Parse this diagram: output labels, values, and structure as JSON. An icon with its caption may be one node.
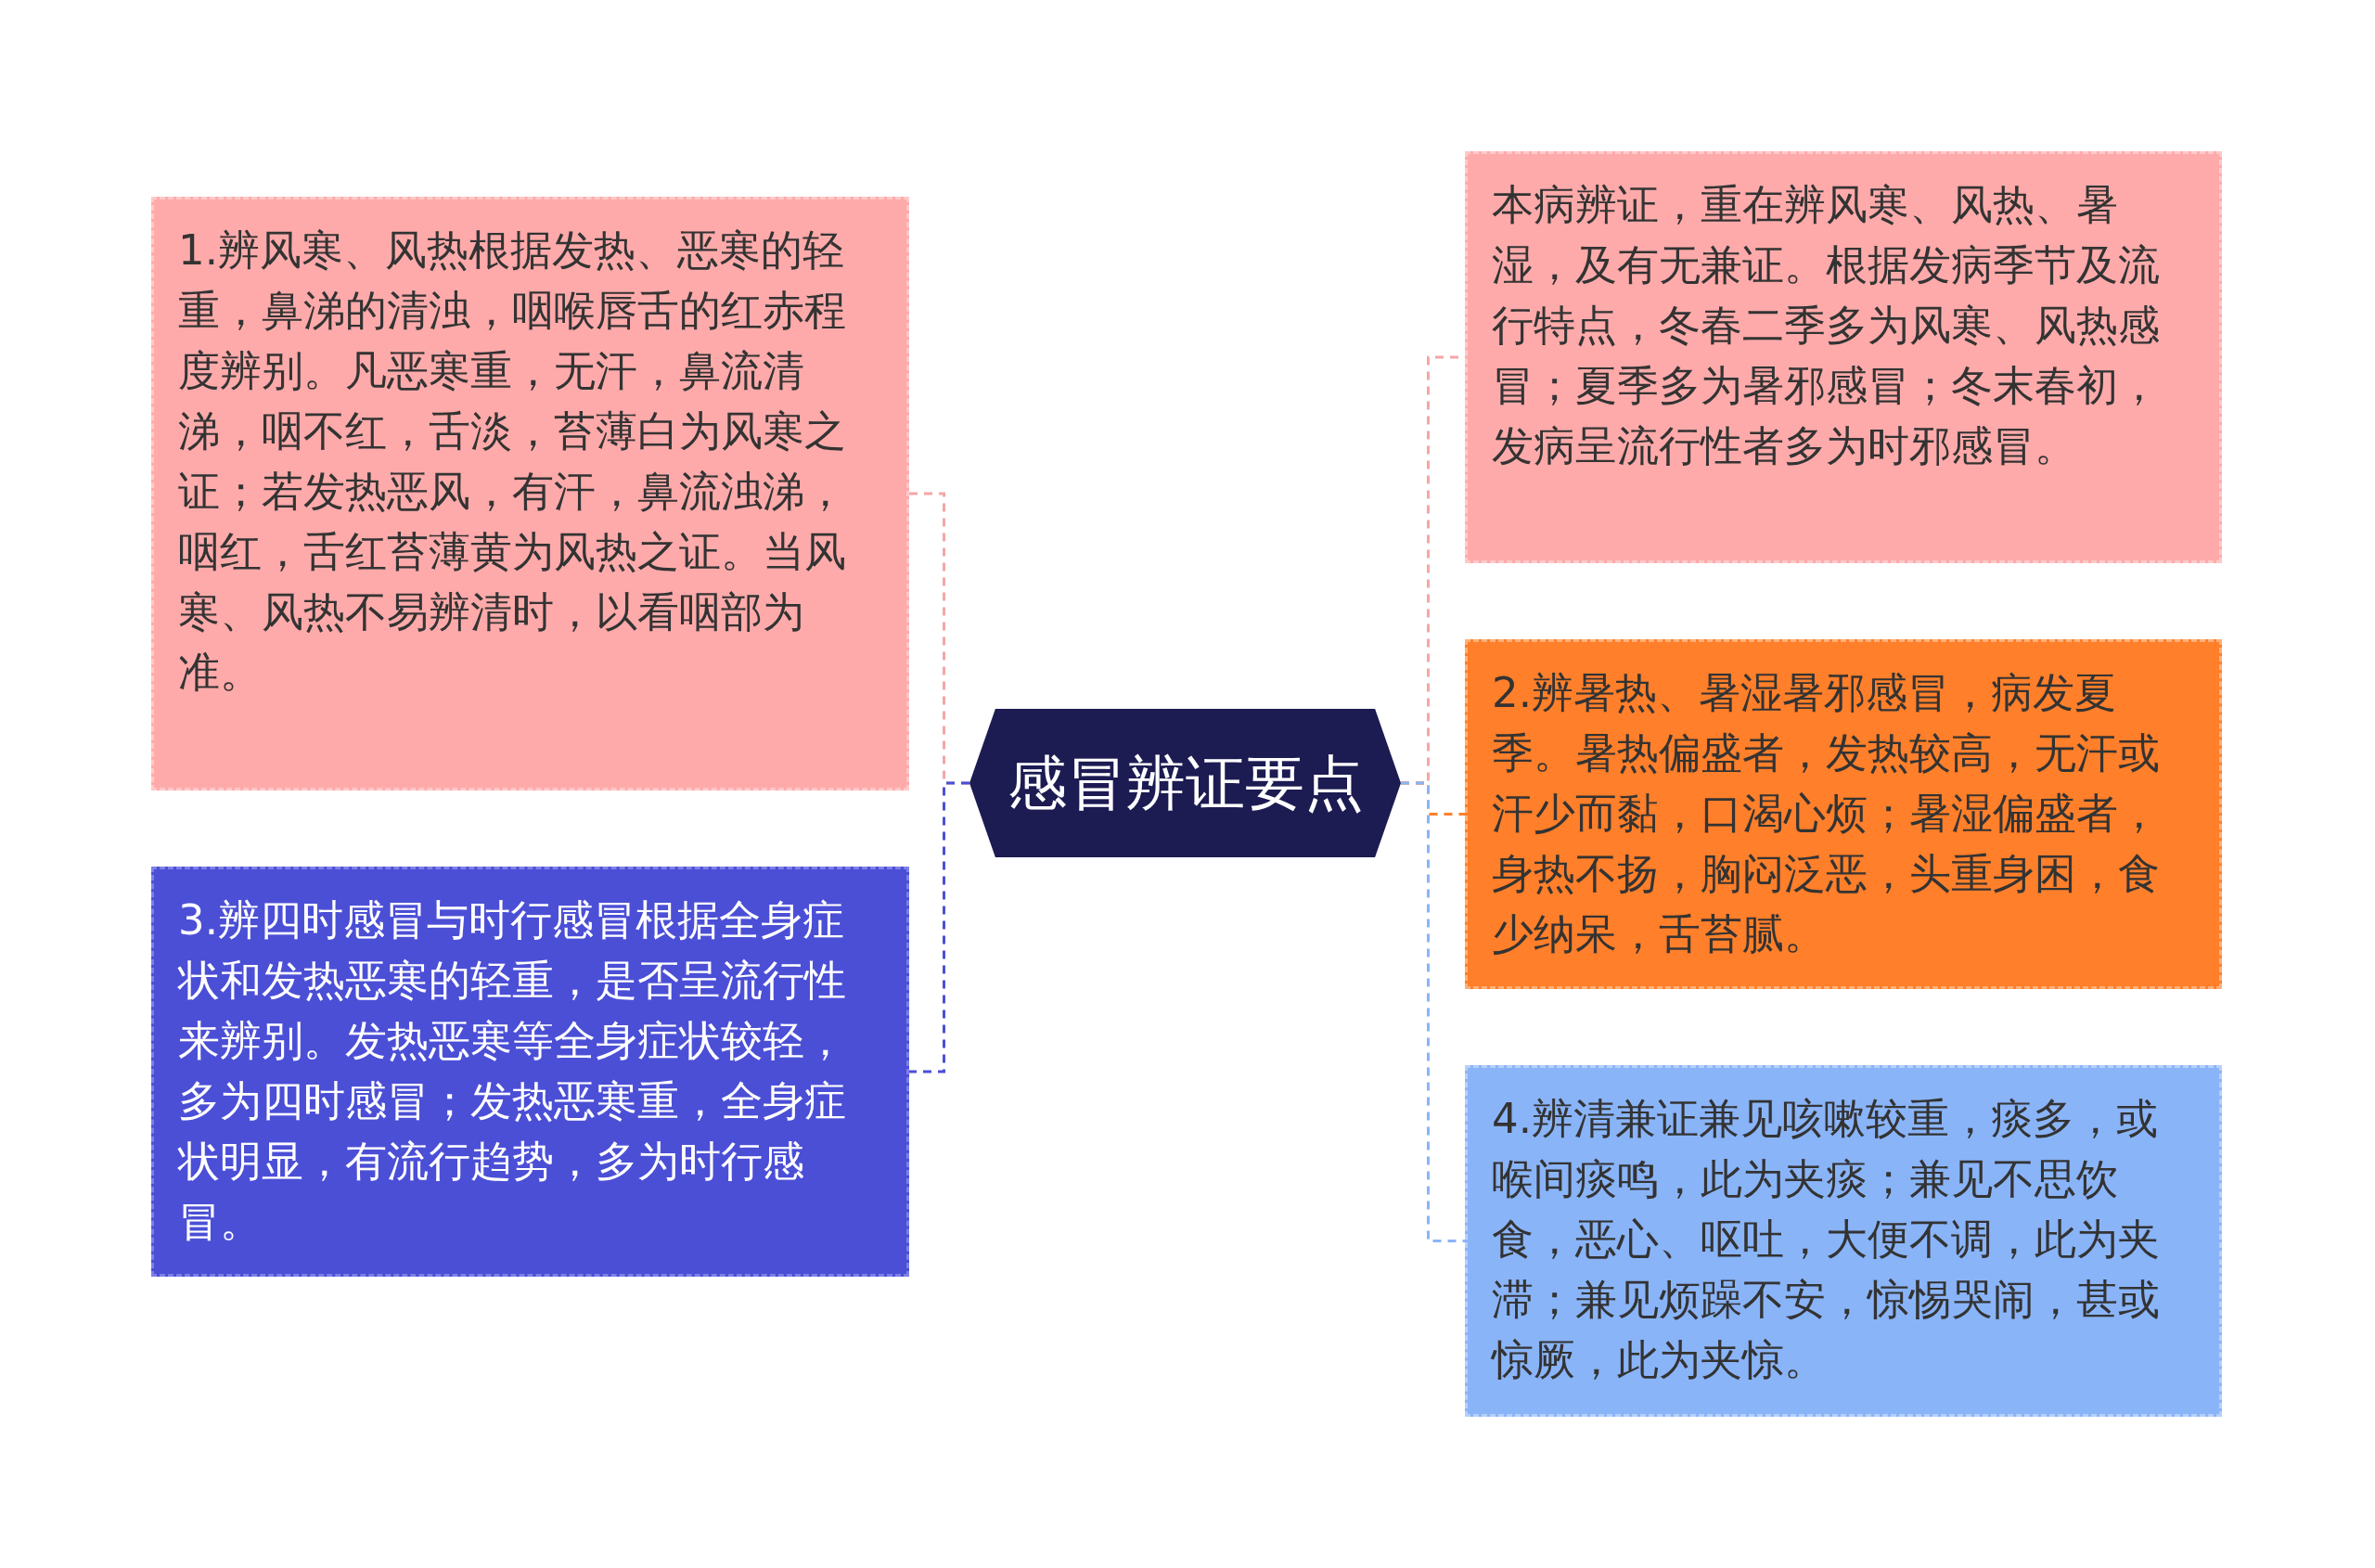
{
  "diagram": {
    "nodes": [
      {
        "text": [
          "感冒辨证要点"
        ]
      },
      {
        "text": [
          "1.辨风寒、风热根据发热、恶寒的轻重，鼻涕的清浊，咽喉唇舌的红赤程度辨别。凡恶寒重，无汗，鼻流清涕，咽不红，舌淡，苔薄白为风寒之证；若发热恶风，有汗，鼻流浊涕，咽红，舌红苔薄黄为风热之证。当风寒、风热不易辨清时，以看咽部为准。"
        ]
      },
      {
        "text": [
          "3.辨四时感冒与时行感冒根据全身症状和发热恶寒的轻重，是否呈流行性来辨别。发热恶寒等全身症状较轻，多为四时感冒；发热恶寒重，全身症状明显，有流行趋势，多为时行感冒。"
        ]
      },
      {
        "text": [
          "本病辨证，重在辨风寒、风热、暑湿，及有无兼证。根据发病季节及流行特点，冬春二季多为风寒、风热感冒；夏季多为暑邪感冒；冬末春初，发病呈流行性者多为时邪感冒。"
        ]
      },
      {
        "text": [
          "2.辨暑热、暑湿暑邪感冒，病发夏季。暑热偏盛者，发热较高，无汗或汗少而黏，口渴心烦；暑湿偏盛者，身热不扬，胸闷泛恶，头重身困，食少纳呆，舌苔腻。"
        ]
      },
      {
        "text": [
          "4.辨清兼证兼见咳嗽较重，痰多，或喉间痰鸣，此为夹痰；兼见不思饮食，恶心、呕吐，大便不调，此为夹滞；兼见烦躁不安，惊惕哭闹，甚或惊厥，此为夹惊。"
        ]
      }
    ],
    "edges": [
      {
        "from": 0,
        "to": 1,
        "arrow": "none",
        "style": "dashed",
        "color": "#f4a6a6"
      },
      {
        "from": 0,
        "to": 2,
        "arrow": "none",
        "style": "dashed",
        "color": "#4b4fd6"
      },
      {
        "from": 0,
        "to": 3,
        "arrow": "none",
        "style": "dashed",
        "color": "#f4a6a6"
      },
      {
        "from": 0,
        "to": 4,
        "arrow": "none",
        "style": "dashed",
        "color": "#ff7f2a"
      },
      {
        "from": 0,
        "to": 5,
        "arrow": "none",
        "style": "dashed",
        "color": "#8ab4f8"
      }
    ]
  }
}
